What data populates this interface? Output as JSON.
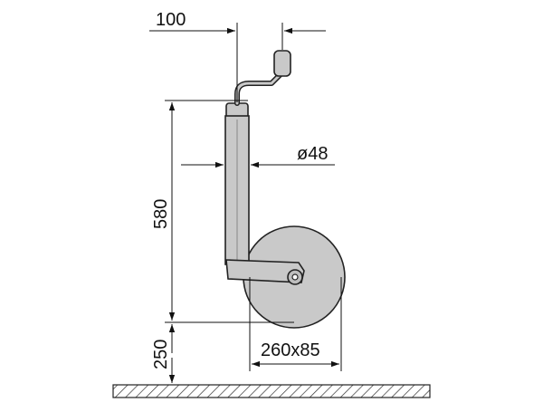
{
  "drawing": {
    "dimensions": {
      "handle_offset": "100",
      "tube_diameter": "ø48",
      "height": "580",
      "ground_clearance": "250",
      "wheel_size": "260x85"
    }
  },
  "colors": {
    "part_fill": "#c9c9c9",
    "line": "#111111",
    "ground_hatch": "#333333"
  }
}
